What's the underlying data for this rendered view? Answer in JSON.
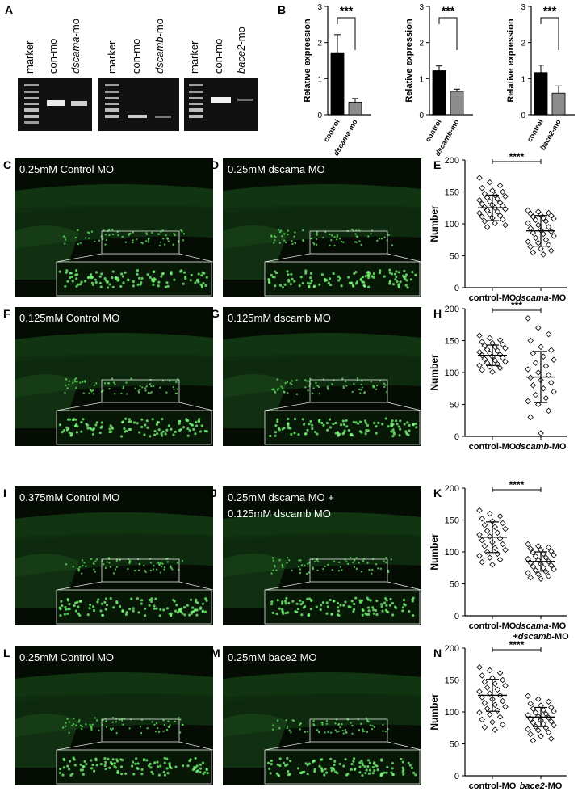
{
  "panel_a": {
    "label": "A",
    "gels": [
      {
        "lanes": [
          {
            "text": "marker",
            "italic": "",
            "suffix": ""
          },
          {
            "text": "con-mo",
            "italic": "",
            "suffix": ""
          },
          {
            "text": "",
            "italic": "dscama",
            "suffix": "-mo"
          }
        ]
      },
      {
        "lanes": [
          {
            "text": "marker",
            "italic": "",
            "suffix": ""
          },
          {
            "text": "con-mo",
            "italic": "",
            "suffix": ""
          },
          {
            "text": "",
            "italic": "dscamb",
            "suffix": "-mo"
          }
        ]
      },
      {
        "lanes": [
          {
            "text": "marker",
            "italic": "",
            "suffix": ""
          },
          {
            "text": "con-mo",
            "italic": "",
            "suffix": ""
          },
          {
            "text": "",
            "italic": "bace2",
            "suffix": "-mo"
          }
        ]
      }
    ]
  },
  "panel_b": {
    "label": "B"
  },
  "micro_panels": [
    {
      "label": "C",
      "caption": "0.25mM Control MO",
      "line2": ""
    },
    {
      "label": "D",
      "caption": "0.25mM dscama MO",
      "line2": ""
    },
    {
      "label": "F",
      "caption": "0.125mM Control MO",
      "line2": ""
    },
    {
      "label": "G",
      "caption": "0.125mM dscamb MO",
      "line2": ""
    },
    {
      "label": "I",
      "caption": "0.375mM Control MO",
      "line2": ""
    },
    {
      "label": "J",
      "caption": "0.25mM dscama MO +",
      "line2": "0.125mM dscamb MO"
    },
    {
      "label": "L",
      "caption": "0.25mM Control MO",
      "line2": ""
    },
    {
      "label": "M",
      "caption": "0.25mM bace2 MO",
      "line2": ""
    }
  ],
  "chart_data": [
    {
      "panel": "B",
      "type": "bar",
      "categories": [
        "control",
        "dscama-mo"
      ],
      "values": [
        1.72,
        0.35
      ],
      "errors": [
        0.5,
        0.1
      ],
      "ylabel": "Relative expression",
      "ylim": [
        0,
        3
      ],
      "yticks": [
        0,
        1,
        2,
        3
      ],
      "significance": "***",
      "colors": [
        "#000000",
        "#8c8c8c"
      ]
    },
    {
      "panel": "B",
      "type": "bar",
      "categories": [
        "control",
        "dscamb-mo"
      ],
      "values": [
        1.22,
        0.65
      ],
      "errors": [
        0.13,
        0.06
      ],
      "ylabel": "Relative expression",
      "ylim": [
        0,
        3
      ],
      "yticks": [
        0,
        1,
        2,
        3
      ],
      "significance": "***",
      "colors": [
        "#000000",
        "#8c8c8c"
      ]
    },
    {
      "panel": "B",
      "type": "bar",
      "categories": [
        "control",
        "bace2-mo"
      ],
      "values": [
        1.17,
        0.6
      ],
      "errors": [
        0.2,
        0.2
      ],
      "ylabel": "Relative expression",
      "ylim": [
        0,
        3
      ],
      "yticks": [
        0,
        1,
        2,
        3
      ],
      "significance": "***",
      "colors": [
        "#000000",
        "#8c8c8c"
      ]
    },
    {
      "panel": "E",
      "type": "scatter",
      "categories": [
        "control-MO",
        "dscama-MO"
      ],
      "ylabel": "Number",
      "ylim": [
        0,
        200
      ],
      "yticks": [
        0,
        50,
        100,
        150,
        200
      ],
      "significance": "****",
      "groups": [
        {
          "mean": 125,
          "sd": 20,
          "points": [
            172,
            165,
            160,
            156,
            152,
            150,
            147,
            145,
            143,
            141,
            139,
            137,
            135,
            133,
            131,
            129,
            128,
            126,
            125,
            123,
            121,
            119,
            117,
            115,
            113,
            111,
            109,
            107,
            104,
            101,
            98,
            95
          ]
        },
        {
          "mean": 89,
          "sd": 24,
          "points": [
            121,
            119,
            117,
            116,
            114,
            113,
            111,
            109,
            108,
            106,
            104,
            101,
            98,
            95,
            93,
            90,
            88,
            86,
            84,
            81,
            78,
            75,
            72,
            70,
            67,
            64,
            61,
            58,
            55,
            52
          ]
        }
      ]
    },
    {
      "panel": "H",
      "type": "scatter",
      "categories": [
        "control-MO",
        "dscamb-MO"
      ],
      "ylabel": "Number",
      "ylim": [
        0,
        200
      ],
      "yticks": [
        0,
        50,
        100,
        150,
        200
      ],
      "significance": "***",
      "groups": [
        {
          "mean": 127,
          "sd": 16,
          "points": [
            158,
            154,
            151,
            148,
            146,
            144,
            142,
            140,
            138,
            136,
            134,
            132,
            130,
            128,
            127,
            125,
            123,
            121,
            119,
            117,
            115,
            113,
            111,
            109,
            107,
            104,
            101
          ]
        },
        {
          "mean": 93,
          "sd": 40,
          "points": [
            185,
            170,
            160,
            150,
            140,
            135,
            130,
            125,
            120,
            115,
            110,
            105,
            100,
            96,
            92,
            88,
            84,
            80,
            75,
            70,
            65,
            60,
            55,
            50,
            40,
            30,
            5
          ]
        }
      ]
    },
    {
      "panel": "K",
      "type": "scatter",
      "categories": [
        "control-MO",
        "dscama-MO+dscamb-MO"
      ],
      "ylabel": "Number",
      "ylim": [
        0,
        200
      ],
      "yticks": [
        0,
        50,
        100,
        150,
        200
      ],
      "significance": "****",
      "groups": [
        {
          "mean": 123,
          "sd": 24,
          "points": [
            165,
            160,
            156,
            152,
            148,
            145,
            142,
            139,
            136,
            133,
            130,
            127,
            124,
            121,
            118,
            115,
            112,
            109,
            106,
            103,
            100,
            97,
            94,
            91,
            88,
            84,
            80
          ]
        },
        {
          "mean": 85,
          "sd": 15,
          "points": [
            112,
            109,
            107,
            105,
            103,
            101,
            99,
            97,
            95,
            93,
            91,
            89,
            87,
            85,
            83,
            81,
            79,
            77,
            75,
            73,
            71,
            69,
            67,
            65,
            62,
            60,
            58
          ]
        }
      ]
    },
    {
      "panel": "N",
      "type": "scatter",
      "categories": [
        "control-MO",
        "bace2-MO"
      ],
      "ylabel": "Number",
      "ylim": [
        0,
        200
      ],
      "yticks": [
        0,
        50,
        100,
        150,
        200
      ],
      "significance": "****",
      "groups": [
        {
          "mean": 126,
          "sd": 25,
          "points": [
            170,
            165,
            161,
            157,
            153,
            150,
            147,
            144,
            141,
            138,
            135,
            132,
            129,
            126,
            123,
            120,
            117,
            114,
            111,
            108,
            105,
            102,
            99,
            96,
            92,
            88,
            84,
            80,
            76,
            72
          ]
        },
        {
          "mean": 92,
          "sd": 15,
          "points": [
            125,
            120,
            116,
            113,
            110,
            107,
            105,
            103,
            101,
            99,
            97,
            95,
            93,
            91,
            89,
            87,
            85,
            83,
            81,
            79,
            77,
            75,
            73,
            71,
            68,
            65,
            62,
            58,
            55
          ]
        }
      ]
    }
  ]
}
